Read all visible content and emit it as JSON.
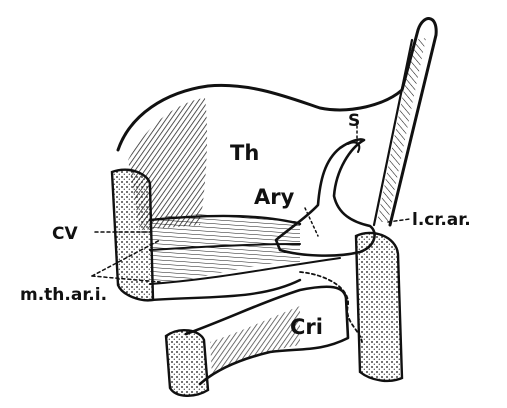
{
  "figure": {
    "labels": {
      "th": "Th",
      "s": "S",
      "ary": "Ary",
      "cv": "CV",
      "l_cr_ar": "l.cr.ar.",
      "m_th_ar_i": "m.th.ar.i.",
      "cri": "Cri"
    },
    "colors": {
      "ink": "#111111",
      "paper": "#ffffff"
    }
  }
}
